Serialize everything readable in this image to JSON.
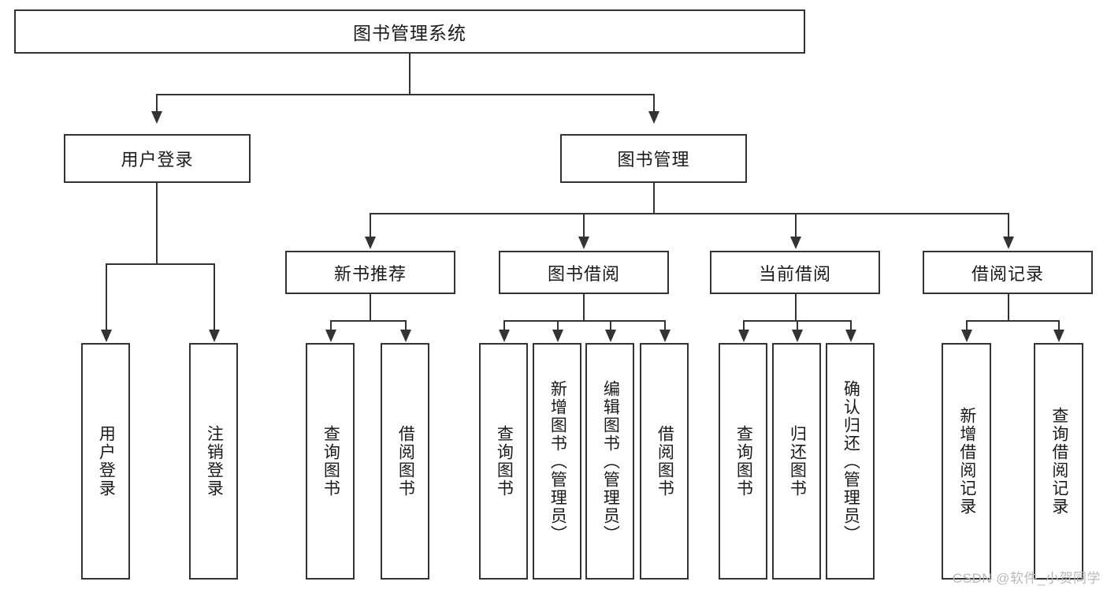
{
  "diagram": {
    "type": "tree",
    "title": "图书管理系统",
    "watermark": "CSDN @软件_小贺同学",
    "colors": {
      "stroke": "#333333",
      "fill": "#ffffff",
      "text": "#1a1a1a",
      "watermark": "#b9b9b9"
    },
    "levels": {
      "root": {
        "label": "图书管理系统"
      },
      "level2": [
        {
          "label": "用户登录"
        },
        {
          "label": "图书管理"
        }
      ],
      "level3": [
        {
          "label": "新书推荐"
        },
        {
          "label": "图书借阅"
        },
        {
          "label": "当前借阅"
        },
        {
          "label": "借阅记录"
        }
      ]
    },
    "leaves": {
      "user_login": [
        {
          "label": "用户登录"
        },
        {
          "label": "注销登录"
        }
      ],
      "new_book_recommend": [
        {
          "label": "查询图书"
        },
        {
          "label": "借阅图书"
        }
      ],
      "book_borrow": [
        {
          "label": "查询图书"
        },
        {
          "label": "新增图书（管理员）"
        },
        {
          "label": "编辑图书（管理员）"
        },
        {
          "label": "借阅图书"
        }
      ],
      "current_borrow": [
        {
          "label": "查询图书"
        },
        {
          "label": "归还图书"
        },
        {
          "label": "确认归还（管理员）"
        }
      ],
      "borrow_record": [
        {
          "label": "新增借阅记录"
        },
        {
          "label": "查询借阅记录"
        }
      ]
    }
  }
}
